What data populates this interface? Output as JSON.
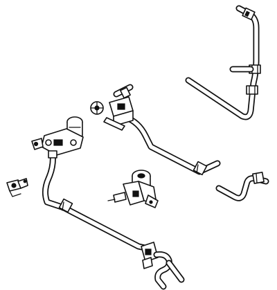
{
  "diagram": {
    "background": "#ffffff",
    "ink": "#111111",
    "parts": [
      {
        "id": "upper-right-hose-assembly"
      },
      {
        "id": "middle-valve-hose-assembly"
      },
      {
        "id": "main-pump-hose-assembly"
      },
      {
        "id": "small-connector"
      },
      {
        "id": "center-valve-unit"
      },
      {
        "id": "right-s-bend-hose"
      },
      {
        "id": "lower-hose-end-fitting"
      }
    ]
  }
}
